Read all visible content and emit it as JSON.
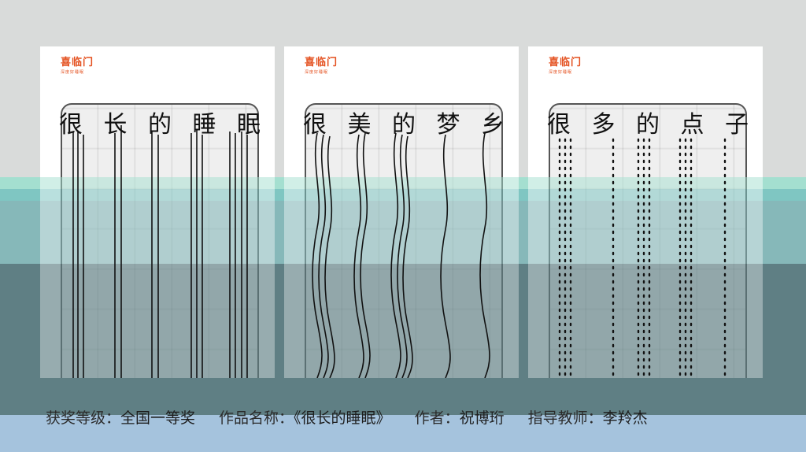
{
  "posters": [
    {
      "brand": "喜临门",
      "tagline": "深度好睡眠",
      "headline": [
        "很",
        "长",
        "的",
        "睡",
        "眠"
      ]
    },
    {
      "brand": "喜临门",
      "tagline": "深度好睡眠",
      "headline": [
        "很",
        "美",
        "的",
        "梦",
        "乡"
      ]
    },
    {
      "brand": "喜临门",
      "tagline": "深度好睡眠",
      "headline": [
        "很",
        "多",
        "的",
        "点",
        "子"
      ]
    }
  ],
  "credits": {
    "award_label": "获奖等级：",
    "award_value": "全国一等奖",
    "work_label": "作品名称：",
    "work_value": "《很长的睡眠》",
    "author_label": "作者：",
    "author_value": "祝博珩",
    "advisor_label": "指导教师：",
    "advisor_value": "李羚杰"
  }
}
